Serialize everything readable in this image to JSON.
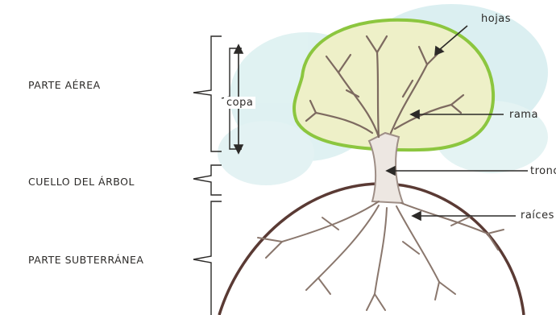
{
  "labels": {
    "aerial": "PARTE AÉREA",
    "neck": "CUELLO DEL ÁRBOL",
    "underground": "PARTE SUBTERRÁNEA",
    "crown": "copa",
    "leaves": "hojas",
    "branch": "rama",
    "trunk": "tronco",
    "roots": "raíces"
  },
  "colors": {
    "ink": "#2c2a28",
    "crown_outline": "#8cc63f",
    "crown_fill": "#eef0c8",
    "watercolor": "#bfe3e6",
    "ground_arc": "#5a3a34",
    "bark": "#9e8e86"
  }
}
